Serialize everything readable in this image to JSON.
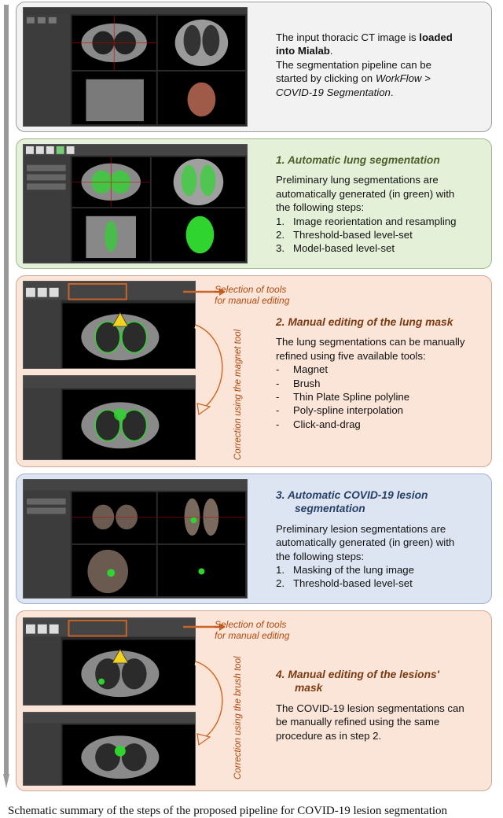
{
  "panel1": {
    "line1": "The input thoracic CT image is",
    "line1_bold": "loaded",
    "line2_bold": "into Mialab",
    "line2_rest": ".",
    "line3": "The segmentation pipeline can be",
    "line4": "started by clicking on",
    "line4_italic": "WorkFlow >",
    "line5_italic": "COVID-19 Segmentation",
    "line5_rest": "."
  },
  "panel2": {
    "title": "1.   Automatic lung segmentation",
    "intro": [
      "Preliminary lung segmentations are",
      "automatically generated (in green) with",
      "the following steps:"
    ],
    "steps": [
      {
        "num": "1.",
        "text": "Image reorientation and resampling"
      },
      {
        "num": "2.",
        "text": "Threshold-based level-set"
      },
      {
        "num": "3.",
        "text": "Model-based level-set"
      }
    ]
  },
  "panel3": {
    "selection_label": [
      "Selection of tools",
      "for manual editing"
    ],
    "vertical_label": "Correction using the magnet tool",
    "title": "2.   Manual editing of the lung mask",
    "intro": [
      "The lung segmentations can be manually",
      "refined using five available tools:"
    ],
    "tools": [
      {
        "dash": "-",
        "text": "Magnet"
      },
      {
        "dash": "-",
        "text": "Brush"
      },
      {
        "dash": "-",
        "text": "Thin Plate Spline polyline"
      },
      {
        "dash": "-",
        "text": "Poly-spline interpolation"
      },
      {
        "dash": "-",
        "text": "Click-and-drag"
      }
    ]
  },
  "panel4": {
    "title_line1": "3.   Automatic COVID-19 lesion",
    "title_line2": "segmentation",
    "intro": [
      "Preliminary lesion segmentations are",
      "automatically generated (in green) with",
      "the following steps:"
    ],
    "steps": [
      {
        "num": "1.",
        "text": "Masking of the lung image"
      },
      {
        "num": "2.",
        "text": "Threshold-based level-set"
      }
    ]
  },
  "panel5": {
    "selection_label": [
      "Selection of tools",
      "for manual editing"
    ],
    "vertical_label": "Correction using the brush tool",
    "title_line1": "4.   Manual editing of the lesions'",
    "title_line2": "mask",
    "body": [
      "The COVID-19 lesion segmentations can",
      "be manually refined using the same",
      "procedure as in step 2."
    ]
  },
  "caption": "Schematic summary of the steps of the proposed pipeline for COVID-19 lesion segmentation",
  "colors": {
    "green_mask": "#2fd42f",
    "orange_arrow": "#c8652a",
    "lung_panel": "#e5f0d8",
    "edit_panel": "#fae5d8",
    "lesion_panel": "#dde5f2"
  }
}
